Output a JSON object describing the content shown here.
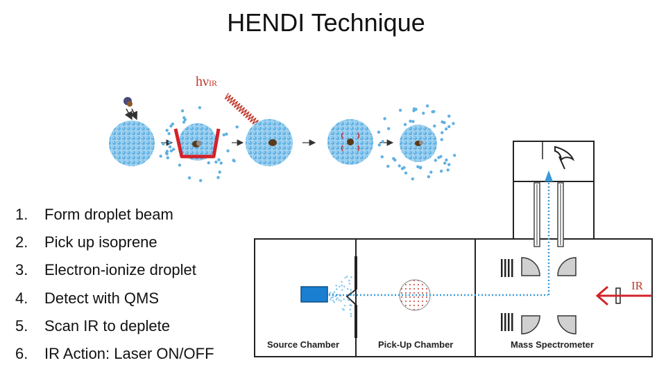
{
  "title": "HENDI Technique",
  "diagram": {
    "hv_label": "hν",
    "hv_subscript": "IR",
    "ir_label": "IR",
    "chambers": {
      "source": "Source Chamber",
      "pickup": "Pick-Up Chamber",
      "mass_spec": "Mass Spectrometer"
    },
    "colors": {
      "droplet": "#7ec0e8",
      "bracket": "#d2232a",
      "ir_arrow": "#d2232a",
      "wave": "#c0392b",
      "beam": "#3a9ad9",
      "nozzle": "#1a7fd0"
    }
  },
  "steps": [
    {
      "num": "1.",
      "text": "Form droplet beam"
    },
    {
      "num": "2.",
      "text": "Pick up isoprene"
    },
    {
      "num": "3.",
      "text": "Electron-ionize droplet"
    },
    {
      "num": "4.",
      "text": "Detect with QMS"
    },
    {
      "num": "5.",
      "text": "Scan IR to deplete"
    },
    {
      "num": "6.",
      "text": "IR Action: Laser ON/OFF"
    }
  ]
}
